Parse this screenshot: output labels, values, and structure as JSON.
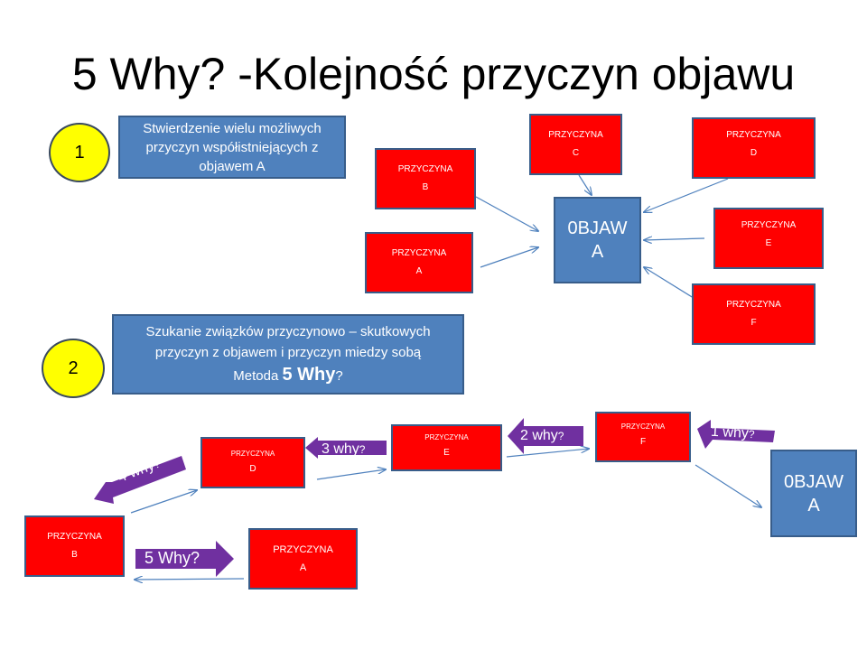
{
  "title": "5 Why? -Kolejność przyczyn objawu",
  "step1": {
    "number": "1",
    "lines": [
      "Stwierdzenie wielu możliwych",
      "przyczyn współistniejących z",
      "objawem A"
    ]
  },
  "step2": {
    "number": "2",
    "lines": [
      "Szukanie związków przyczynowo – skutkowych",
      "przyczyn z objawem i przyczyn miedzy sobą"
    ],
    "method_prefix": "Metoda ",
    "method_bold": "5 Why",
    "method_suffix": "?"
  },
  "cause_word": "PRZYCZYNA",
  "symptom": {
    "line1": "0BJAW",
    "line2": "A"
  },
  "top_causes": [
    "B",
    "A",
    "C",
    "D",
    "E",
    "F"
  ],
  "chain_causes": [
    "D",
    "E",
    "F",
    "B",
    "A"
  ],
  "why_labels": [
    {
      "text": "1 why",
      "suffix": "?"
    },
    {
      "text": "2 why",
      "suffix": "?"
    },
    {
      "text": "3 why",
      "suffix": "?"
    },
    {
      "text": "4 why",
      "suffix": "?"
    },
    {
      "text": "5 Why",
      "suffix": "?"
    }
  ],
  "colors": {
    "cause": "#ff0000",
    "symptom": "#4f81bd",
    "why_arrow": "#7030a0",
    "circle": "#ffff00",
    "connector": "#4f81bd"
  }
}
